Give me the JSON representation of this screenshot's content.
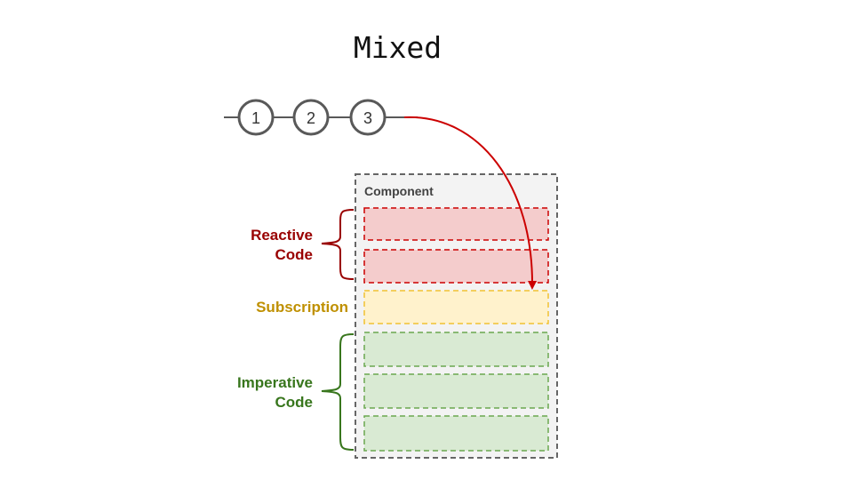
{
  "title": "Mixed",
  "marbles": [
    "1",
    "2",
    "3"
  ],
  "component": {
    "label": "Component"
  },
  "labels": {
    "reactive": {
      "line1": "Reactive",
      "line2": "Code"
    },
    "subscription": "Subscription",
    "imperative": {
      "line1": "Imperative",
      "line2": "Code"
    }
  },
  "colors": {
    "reactive_text": "#990000",
    "reactive_fill": "#f4cccc",
    "reactive_stroke": "#cc0000",
    "subscription_text": "#bf9000",
    "subscription_fill": "#fff2cc",
    "subscription_stroke": "#f1c232",
    "imperative_text": "#38761d",
    "imperative_fill": "#d9ead3",
    "imperative_stroke": "#6aa84f",
    "component_fill": "#f3f3f3",
    "component_stroke": "#666666",
    "arrow": "#cc0000",
    "marble_stroke": "#595959"
  }
}
